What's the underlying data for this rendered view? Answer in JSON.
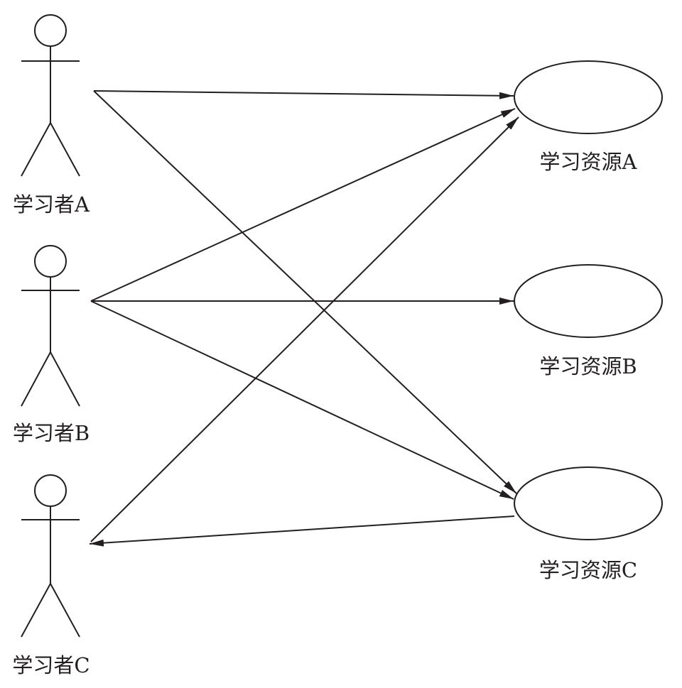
{
  "learners": [
    {
      "id": "A",
      "label": "学习者A"
    },
    {
      "id": "B",
      "label": "学习者B"
    },
    {
      "id": "C",
      "label": "学习者C"
    }
  ],
  "resources": [
    {
      "id": "A",
      "label": "学习资源A"
    },
    {
      "id": "B",
      "label": "学习资源B"
    },
    {
      "id": "C",
      "label": "学习资源C"
    }
  ],
  "edges": [
    {
      "from": "learner-A",
      "to": "resource-A"
    },
    {
      "from": "learner-A",
      "to": "resource-C"
    },
    {
      "from": "learner-B",
      "to": "resource-A"
    },
    {
      "from": "learner-B",
      "to": "resource-B"
    },
    {
      "from": "learner-B",
      "to": "resource-C"
    },
    {
      "from": "learner-C",
      "to": "resource-A"
    },
    {
      "from": "resource-C",
      "to": "learner-C"
    }
  ],
  "colors": {
    "line": "#231f20",
    "background": "#ffffff"
  }
}
